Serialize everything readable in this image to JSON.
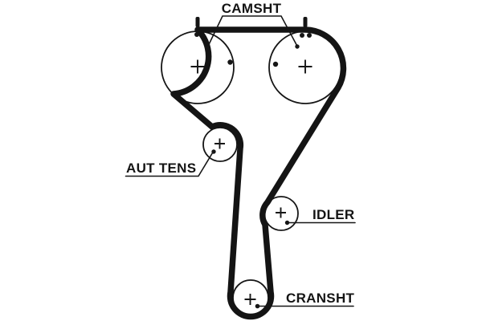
{
  "diagram": {
    "type": "timing-belt-routing-diagram",
    "background_color": "#ffffff",
    "line_color": "#141414",
    "labels": {
      "camshaft": "CAMSHT",
      "auto_tensioner": "AUT TENS",
      "idler": "IDLER",
      "crankshaft": "CRANSHT"
    },
    "components": [
      {
        "name": "camshaft-pulley-left"
      },
      {
        "name": "camshaft-pulley-right"
      },
      {
        "name": "automatic-tensioner-pulley"
      },
      {
        "name": "idler-pulley"
      },
      {
        "name": "crankshaft-pulley"
      },
      {
        "name": "timing-belt"
      }
    ]
  }
}
